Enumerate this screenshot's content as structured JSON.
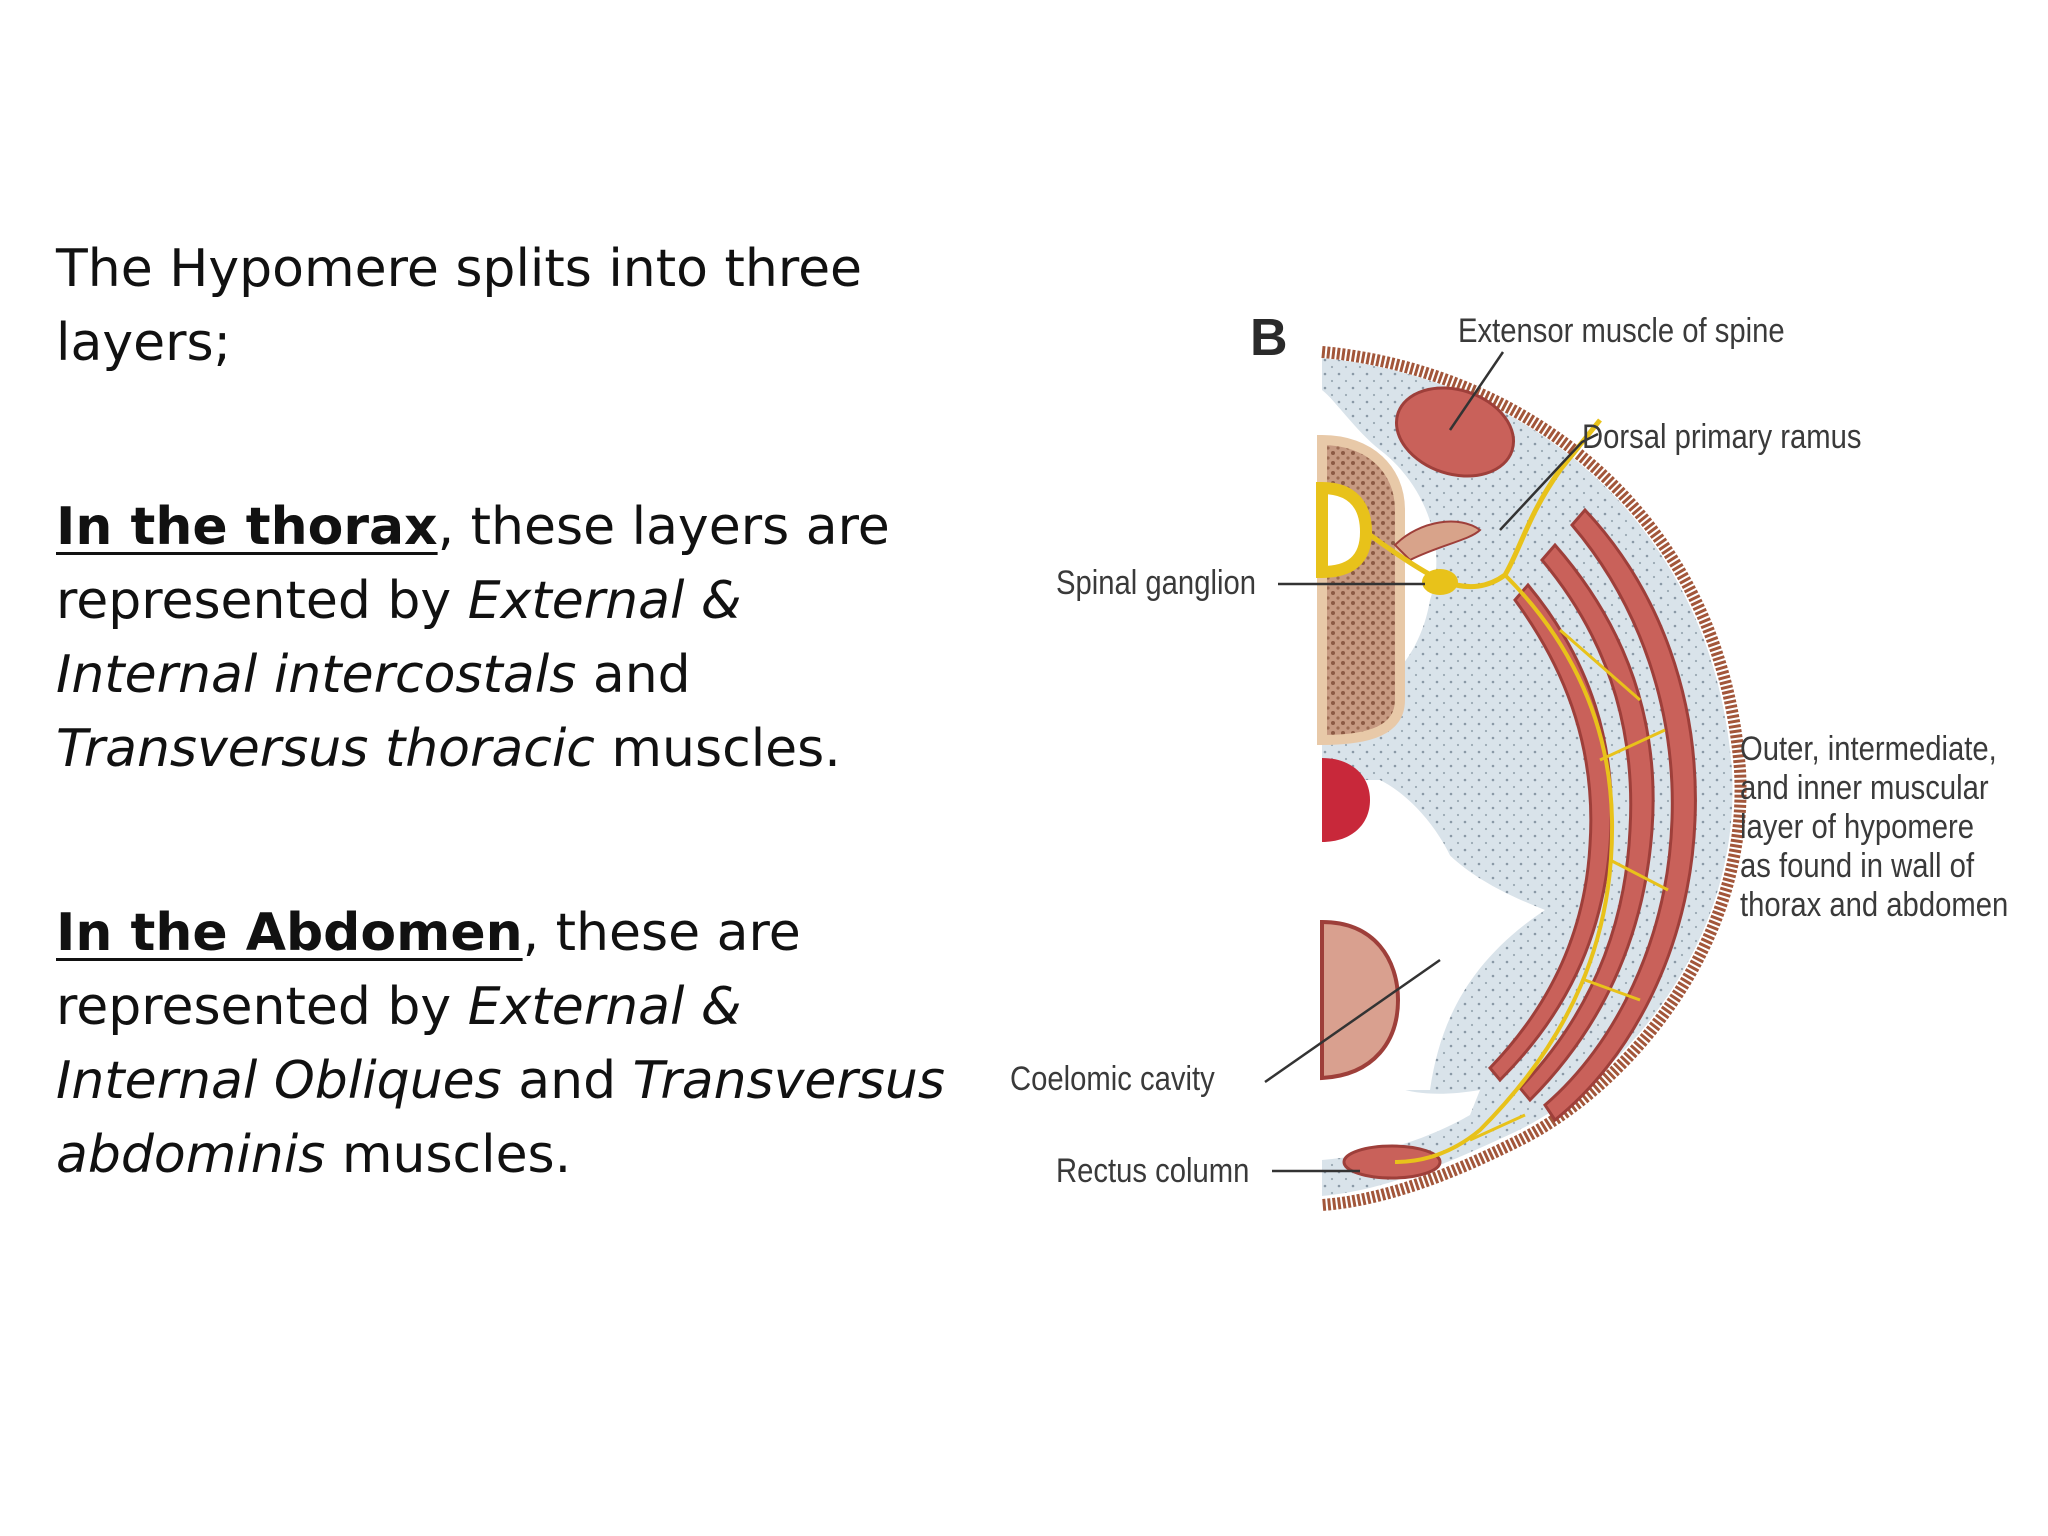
{
  "text": {
    "intro": "The Hypomere splits into three layers;",
    "thorax": {
      "heading": "In the thorax",
      "after_heading": ", these layers are represented by ",
      "term1": "External & Internal intercostals",
      "and": " and ",
      "term2": "Transversus thoracic",
      "tail": " muscles."
    },
    "abdomen": {
      "heading": "In the Abdomen",
      "after_heading": ", these are represented by ",
      "term1": "External & Internal Obliques",
      "and": " and ",
      "term2": "Transversus abdominis",
      "tail": " muscles."
    }
  },
  "figure": {
    "panel_letter": "B",
    "labels": {
      "extensor": "Extensor muscle of spine",
      "dorsal_ramus": "Dorsal primary ramus",
      "spinal_ganglion": "Spinal ganglion",
      "layers": [
        "Outer, intermediate,",
        "and inner muscular",
        "layer of hypomere",
        "as found in wall of",
        "thorax and abdomen"
      ],
      "coelomic": "Coelomic cavity",
      "rectus": "Rectus column"
    },
    "colors": {
      "muscle": "#c9615a",
      "muscle_dark": "#9e3f3a",
      "nerve": "#e8c21a",
      "mesenchyme": "#d9e3ea",
      "skin": "#a2563a",
      "vessel": "#c8283a",
      "bone": "#a87358"
    }
  }
}
